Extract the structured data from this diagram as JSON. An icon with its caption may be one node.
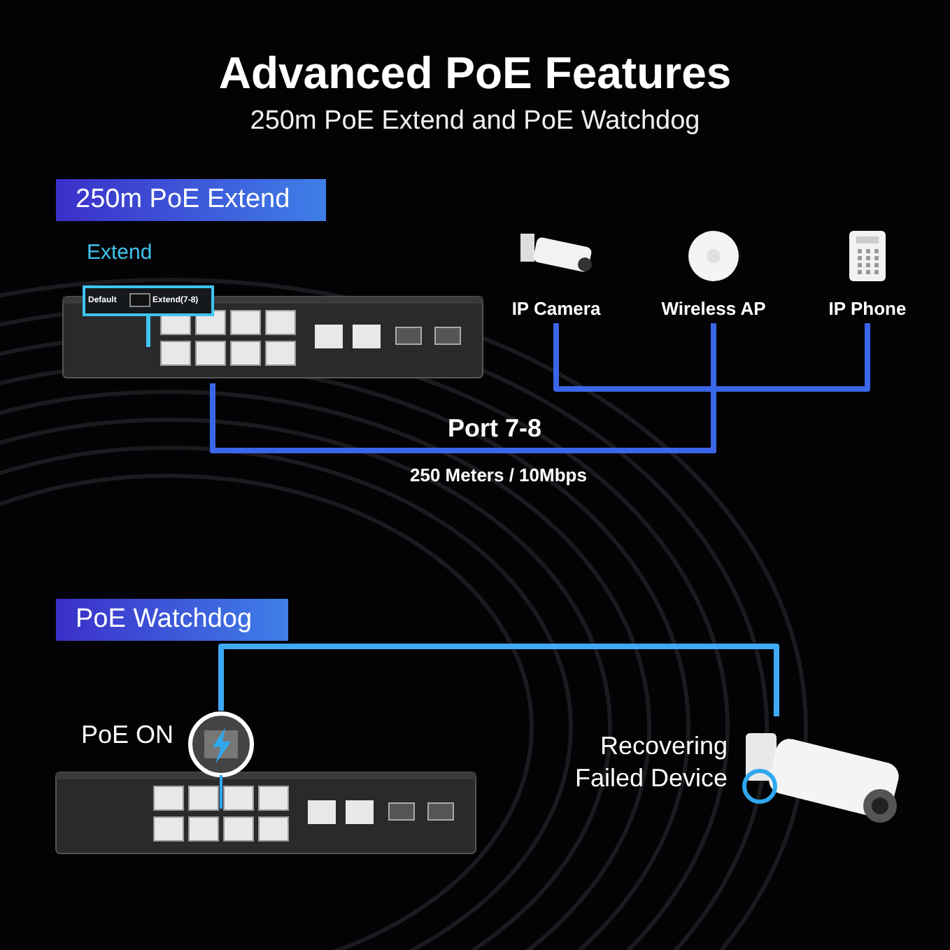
{
  "diagram": {
    "title": "Advanced PoE Features",
    "caption": "250m PoE Extend and PoE Watchdog",
    "nodes": [
      {
        "text": [],
        "shape": "picture"
      },
      {
        "text": [
          "IP Camera"
        ]
      },
      {
        "text": [
          "Wireless AP"
        ]
      },
      {
        "text": [
          "IP Phone"
        ]
      },
      {
        "text": [],
        "shape": "picture"
      },
      {
        "text": [
          "Recovering Failed Device"
        ]
      }
    ],
    "edges": [
      {
        "from": 1,
        "to": 0,
        "arrow": "none"
      },
      {
        "from": 2,
        "to": 0,
        "arrow": "none"
      },
      {
        "from": 3,
        "to": 0,
        "arrow": "none"
      },
      {
        "from": 4,
        "to": 5,
        "arrow": "none"
      }
    ],
    "labels": [
      "250m PoE Extend",
      "Extend",
      "Default",
      "Extend(7-8)",
      "Port 7-8",
      "250 Meters / 10Mbps",
      "PoE Watchdog",
      "PoE ON"
    ]
  }
}
